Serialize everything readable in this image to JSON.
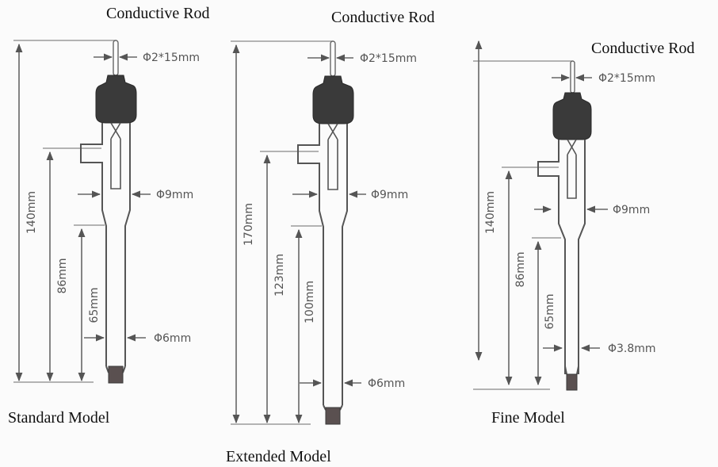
{
  "figure": {
    "models": [
      {
        "id": "standard",
        "model_label": "Standard Model",
        "rod_label": "Conductive Rod",
        "rod_dim": "Φ2*15mm",
        "body_dim": "Φ9mm",
        "tube_dim": "Φ6mm",
        "total_length": "140mm",
        "mid_length": "86mm",
        "tube_length": "65mm"
      },
      {
        "id": "extended",
        "model_label": "Extended Model",
        "rod_label": "Conductive Rod",
        "rod_dim": "Φ2*15mm",
        "body_dim": "Φ9mm",
        "tube_dim": "Φ6mm",
        "total_length": "170mm",
        "mid_length": "123mm",
        "tube_length": "100mm"
      },
      {
        "id": "fine",
        "model_label": "Fine Model",
        "rod_label": "Conductive Rod",
        "rod_dim": "Φ2*15mm",
        "body_dim": "Φ9mm",
        "tube_dim": "Φ3.8mm",
        "total_length": "140mm",
        "mid_length": "86mm",
        "tube_length": "65mm"
      }
    ]
  }
}
